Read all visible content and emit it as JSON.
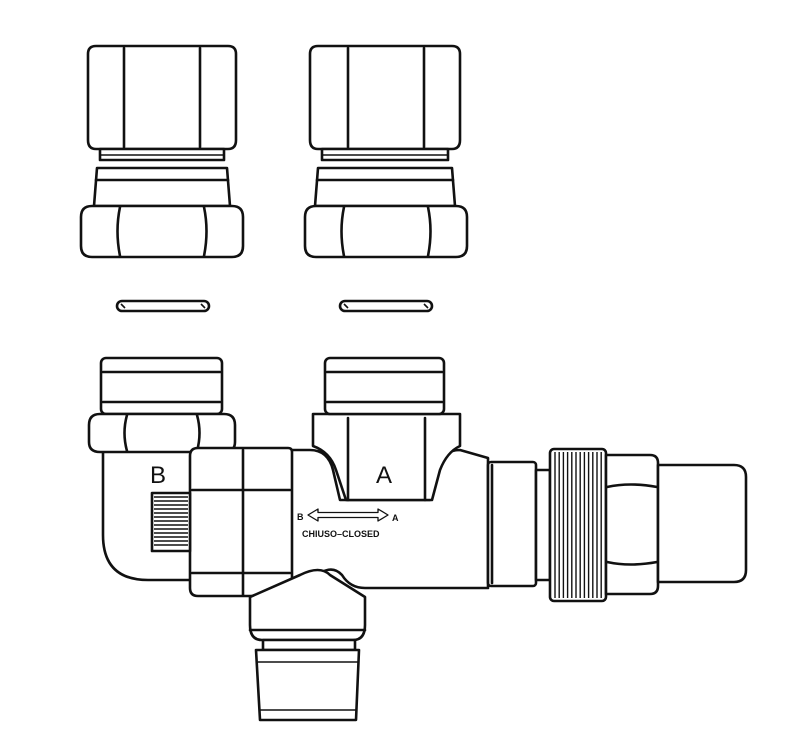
{
  "diagram": {
    "port_labels": {
      "b": "B",
      "a": "A"
    },
    "arrow_labels": {
      "b": "B",
      "a": "A"
    },
    "closed_label": "CHIUSO–CLOSED",
    "line_color": "#111111",
    "background_color": "#ffffff"
  }
}
